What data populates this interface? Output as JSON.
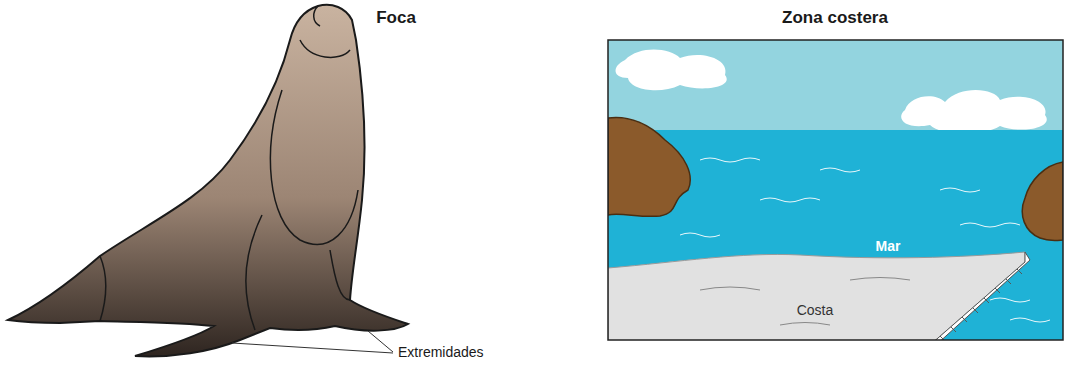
{
  "diagram": {
    "labels": [
      "Foca",
      "Zona costera",
      "Mar",
      "Costa",
      "Extremidades"
    ]
  }
}
